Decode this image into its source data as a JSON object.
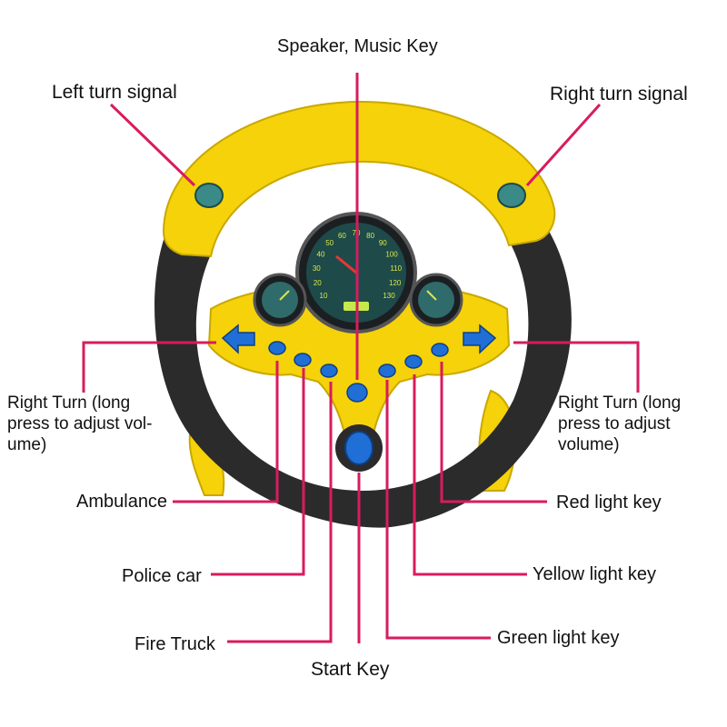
{
  "colors": {
    "leader": "#d81b5f",
    "wheel_yellow": "#f5d20a",
    "wheel_dark": "#2b2b2b",
    "button_blue": "#1f6fd6",
    "text": "#111111"
  },
  "labels": {
    "speaker": "Speaker, Music Key",
    "left_signal": "Left turn signal",
    "right_signal": "Right turn signal",
    "right_turn_left_side": "Right Turn (long press to adjust vol-ume)",
    "right_turn_right_side": "Right Turn (long press to adjust volume)",
    "ambulance": "Ambulance",
    "police": "Police car",
    "fire_truck": "Fire Truck",
    "start_key": "Start Key",
    "red_light": "Red light key",
    "yellow_light": "Yellow light key",
    "green_light": "Green light key"
  },
  "gauge": {
    "speed_ticks": [
      "10",
      "20",
      "30",
      "40",
      "50",
      "60",
      "70",
      "80",
      "90",
      "100",
      "110",
      "120",
      "130"
    ]
  },
  "icons": [
    "left-arrow-icon",
    "right-arrow-icon",
    "start-knob-icon",
    "turn-signal-icon"
  ]
}
